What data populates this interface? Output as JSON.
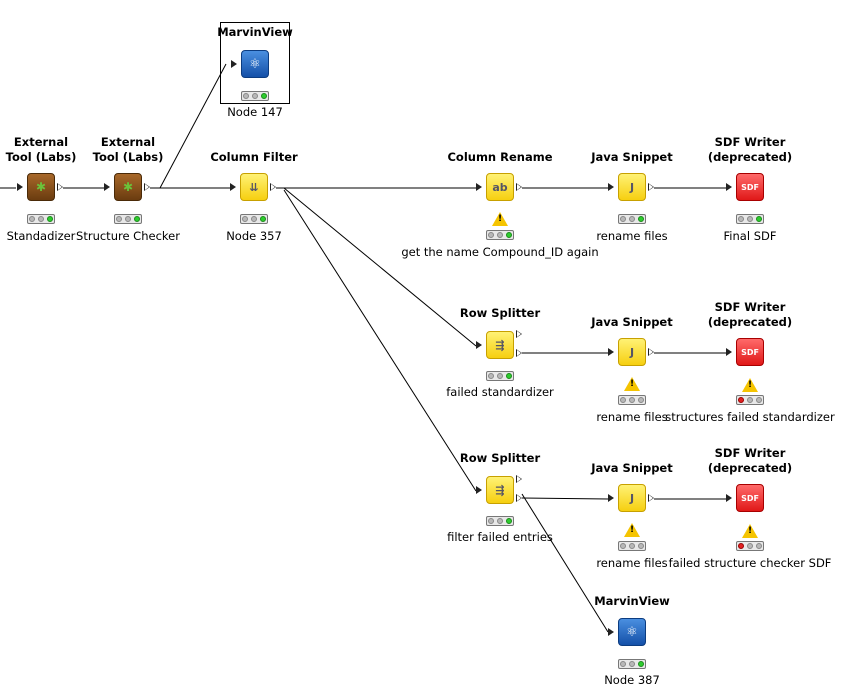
{
  "workflow": {
    "nodes": [
      {
        "id": "standardizer",
        "title": "External\nTool (Labs)",
        "label": "Standadizer",
        "kind": "other",
        "glyph": "✱",
        "status": "green",
        "warning": false
      },
      {
        "id": "structure-checker",
        "title": "External\nTool (Labs)",
        "label": "Structure Checker",
        "kind": "other",
        "glyph": "✱",
        "status": "green",
        "warning": false
      },
      {
        "id": "marvinview-147",
        "title": "MarvinView",
        "label": "Node 147",
        "kind": "view",
        "glyph": "⚛",
        "status": "green",
        "warning": false,
        "selected": true
      },
      {
        "id": "column-filter",
        "title": "Column Filter",
        "label": "Node 357",
        "kind": "manip",
        "glyph": "⇊",
        "status": "green",
        "warning": false
      },
      {
        "id": "column-rename",
        "title": "Column Rename",
        "label": "get the name Compound_ID again",
        "kind": "manip",
        "glyph": "ab",
        "status": "green",
        "warning": true
      },
      {
        "id": "java-snippet-1",
        "title": "Java Snippet",
        "label": "rename files",
        "kind": "manip",
        "glyph": "J",
        "status": "green",
        "warning": false
      },
      {
        "id": "sdf-writer-1",
        "title": "SDF Writer\n(deprecated)",
        "label": "Final SDF",
        "kind": "writer",
        "glyph": "SDF",
        "status": "green",
        "warning": false
      },
      {
        "id": "row-splitter-1",
        "title": "Row Splitter",
        "label": "failed standardizer",
        "kind": "manip",
        "glyph": "⇶",
        "status": "green",
        "warning": false
      },
      {
        "id": "java-snippet-2",
        "title": "Java Snippet",
        "label": "rename files",
        "kind": "manip",
        "glyph": "J",
        "status": "grey",
        "warning": true
      },
      {
        "id": "sdf-writer-2",
        "title": "SDF Writer\n(deprecated)",
        "label": "structures failed standardizer",
        "kind": "writer",
        "glyph": "SDF",
        "status": "red",
        "warning": true
      },
      {
        "id": "row-splitter-2",
        "title": "Row Splitter",
        "label": "filter failed entries",
        "kind": "manip",
        "glyph": "⇶",
        "status": "green",
        "warning": false
      },
      {
        "id": "java-snippet-3",
        "title": "Java Snippet",
        "label": "rename files",
        "kind": "manip",
        "glyph": "J",
        "status": "grey",
        "warning": true
      },
      {
        "id": "sdf-writer-3",
        "title": "SDF Writer\n(deprecated)",
        "label": "failed structure checker SDF",
        "kind": "writer",
        "glyph": "SDF",
        "status": "red",
        "warning": true
      },
      {
        "id": "marvinview-387",
        "title": "MarvinView",
        "label": "Node 387",
        "kind": "view",
        "glyph": "⚛",
        "status": "green",
        "warning": false
      }
    ],
    "colors": {
      "wire": "#000000",
      "manip": "#f6cf10",
      "other": "#8a5220",
      "writer": "#e01818",
      "view": "#1450a8"
    }
  }
}
